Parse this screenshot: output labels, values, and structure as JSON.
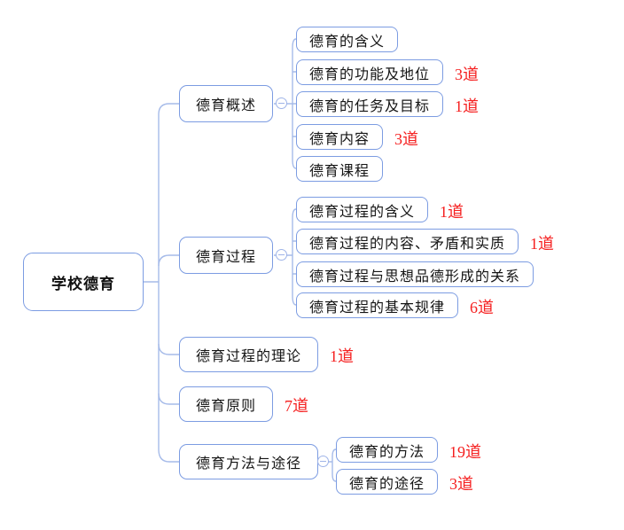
{
  "colors": {
    "node_border": "#7c9ce2",
    "connector_line": "#a6bbe9",
    "count_red": "#f51f1f",
    "text": "#151515",
    "background": "#ffffff"
  },
  "root": {
    "label": "学校德育"
  },
  "branches": [
    {
      "label": "德育概述",
      "children": [
        {
          "label": "德育的含义"
        },
        {
          "label": "德育的功能及地位",
          "count": "3道"
        },
        {
          "label": "德育的任务及目标",
          "count": "1道"
        },
        {
          "label": "德育内容",
          "count": "3道"
        },
        {
          "label": "德育课程"
        }
      ]
    },
    {
      "label": "德育过程",
      "children": [
        {
          "label": "德育过程的含义",
          "count": "1道"
        },
        {
          "label": "德育过程的内容、矛盾和实质",
          "count": "1道"
        },
        {
          "label": "德育过程与思想品德形成的关系"
        },
        {
          "label": "德育过程的基本规律",
          "count": "6道"
        }
      ]
    },
    {
      "label": "德育过程的理论",
      "count": "1道"
    },
    {
      "label": "德育原则",
      "count": "7道"
    },
    {
      "label": "德育方法与途径",
      "children": [
        {
          "label": "德育的方法",
          "count": "19道"
        },
        {
          "label": "德育的途径",
          "count": "3道"
        }
      ]
    }
  ],
  "icons": {
    "collapse_toggle": "minus-circle"
  }
}
